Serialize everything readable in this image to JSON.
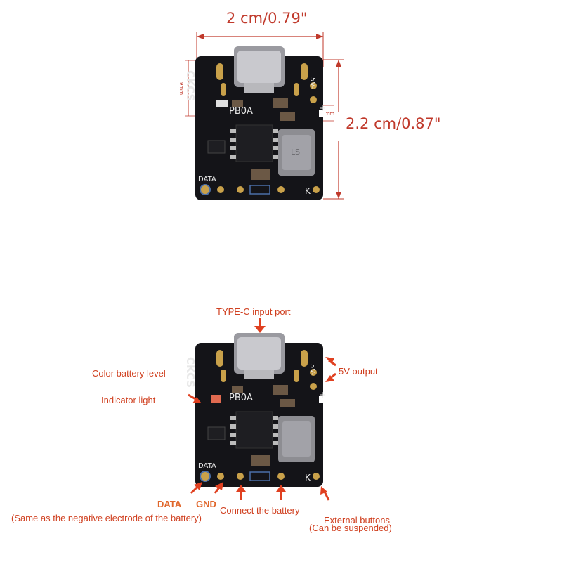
{
  "top": {
    "width_label": "2 cm/0.79\"",
    "height_label": "2.2 cm/0.87\"",
    "small_9mm": "9mm",
    "small_2mm": "2mm"
  },
  "board": {
    "brand": "CKCS",
    "chip_label": "PB0A",
    "data_pad": "DATA",
    "k_pad": "K",
    "v5_label": "5V-",
    "plus_label": "+",
    "inductor_mark": "LS"
  },
  "callouts": {
    "type_c": "TYPE-C input port",
    "five_v": "5V output",
    "battery_level": "Color battery level",
    "indicator": "Indicator light",
    "data": "DATA",
    "gnd": "GND",
    "data_note": "(Same as the negative electrode of the battery)",
    "battery": "Connect the battery",
    "buttons": "External buttons",
    "buttons_note": "(Can be suspended)"
  }
}
